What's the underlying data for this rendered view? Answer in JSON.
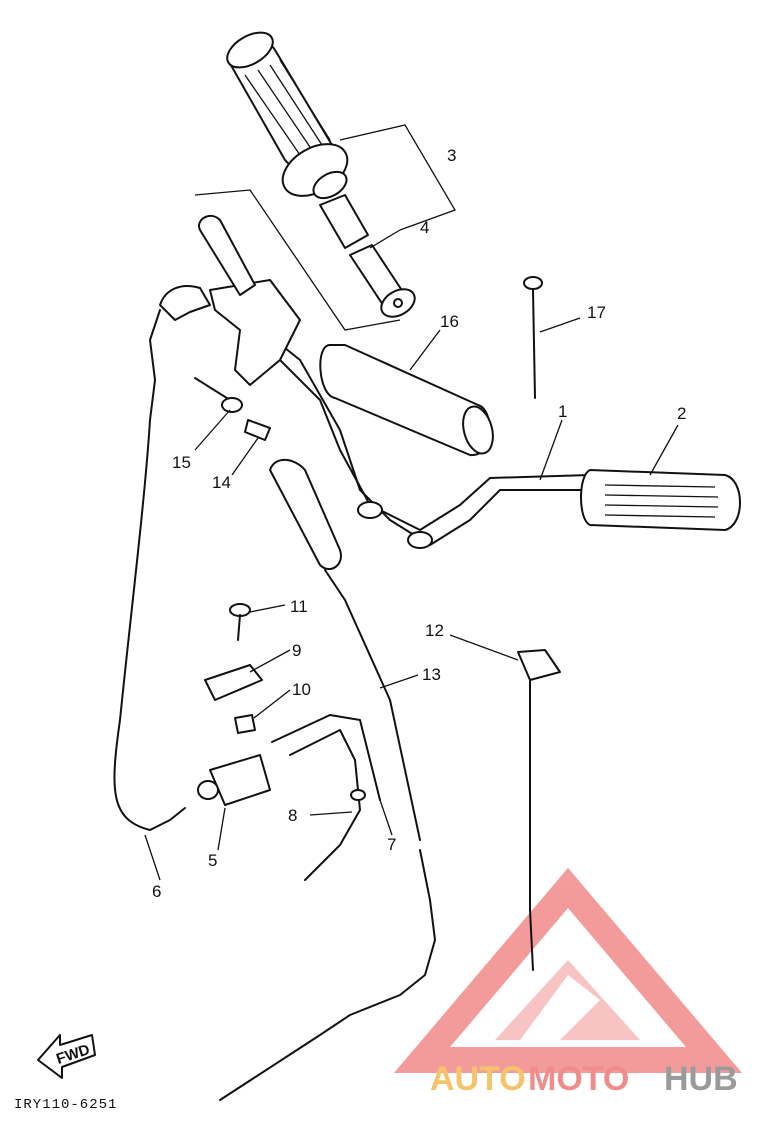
{
  "callouts": [
    {
      "id": "c1",
      "label": "1"
    },
    {
      "id": "c2",
      "label": "2"
    },
    {
      "id": "c3",
      "label": "3"
    },
    {
      "id": "c4",
      "label": "4"
    },
    {
      "id": "c5",
      "label": "5"
    },
    {
      "id": "c6",
      "label": "6"
    },
    {
      "id": "c7",
      "label": "7"
    },
    {
      "id": "c8",
      "label": "8"
    },
    {
      "id": "c9",
      "label": "9"
    },
    {
      "id": "c10",
      "label": "10"
    },
    {
      "id": "c11",
      "label": "11"
    },
    {
      "id": "c12",
      "label": "12"
    },
    {
      "id": "c13",
      "label": "13"
    },
    {
      "id": "c14",
      "label": "14"
    },
    {
      "id": "c15",
      "label": "15"
    },
    {
      "id": "c16",
      "label": "16"
    },
    {
      "id": "c17",
      "label": "17"
    }
  ],
  "diagram_code": "IRY110-6251",
  "fwd_label": "FWD",
  "watermark": {
    "part1": "AUTO",
    "part2": "MOTO",
    "part3": "HUB",
    "colors": {
      "auto": "#f4c36a",
      "moto": "#f08c8c",
      "hub": "#9a9a9a",
      "triangle": "#f07a7a"
    }
  }
}
